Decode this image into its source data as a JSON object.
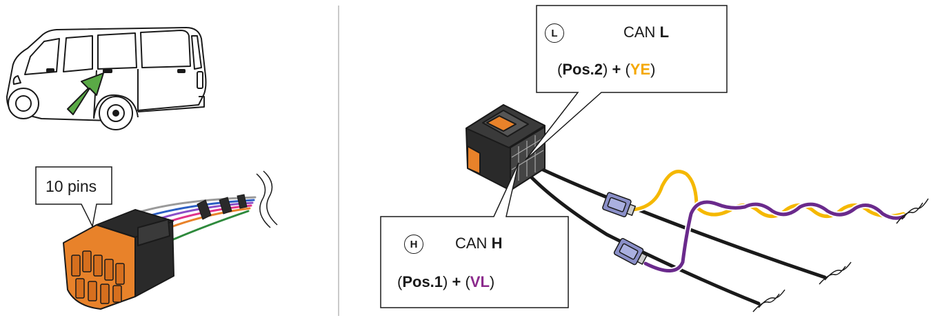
{
  "callouts": {
    "pins": {
      "text": "10 pins"
    },
    "can_l": {
      "marker": "L",
      "title_prefix": "CAN",
      "title_letter": "L",
      "pos_label": "Pos.2",
      "plus": "+",
      "color_code": "YE",
      "open_paren": "(",
      "close_paren": ")"
    },
    "can_h": {
      "marker": "H",
      "title_prefix": "CAN",
      "title_letter": "H",
      "pos_label": "Pos.1",
      "plus": "+",
      "color_code": "VL",
      "open_paren": "(",
      "close_paren": ")"
    }
  },
  "colors": {
    "yellow_wire": "#f5b800",
    "violet_wire": "#6a2a8c",
    "ye_text": "#f5a800",
    "vl_text": "#8b2a8c",
    "arrow_green": "#5aaa46",
    "connector_orange": "#e8822a",
    "splice_blue": "#8a8fc8",
    "divider": "#b0b0b0"
  },
  "icons": {
    "vehicle": "van-icon",
    "arrow": "green-arrow-icon",
    "connector_small": "orange-10pin-connector-icon",
    "connector_large": "black-connector-icon",
    "break_marks": "wire-break-icon"
  }
}
